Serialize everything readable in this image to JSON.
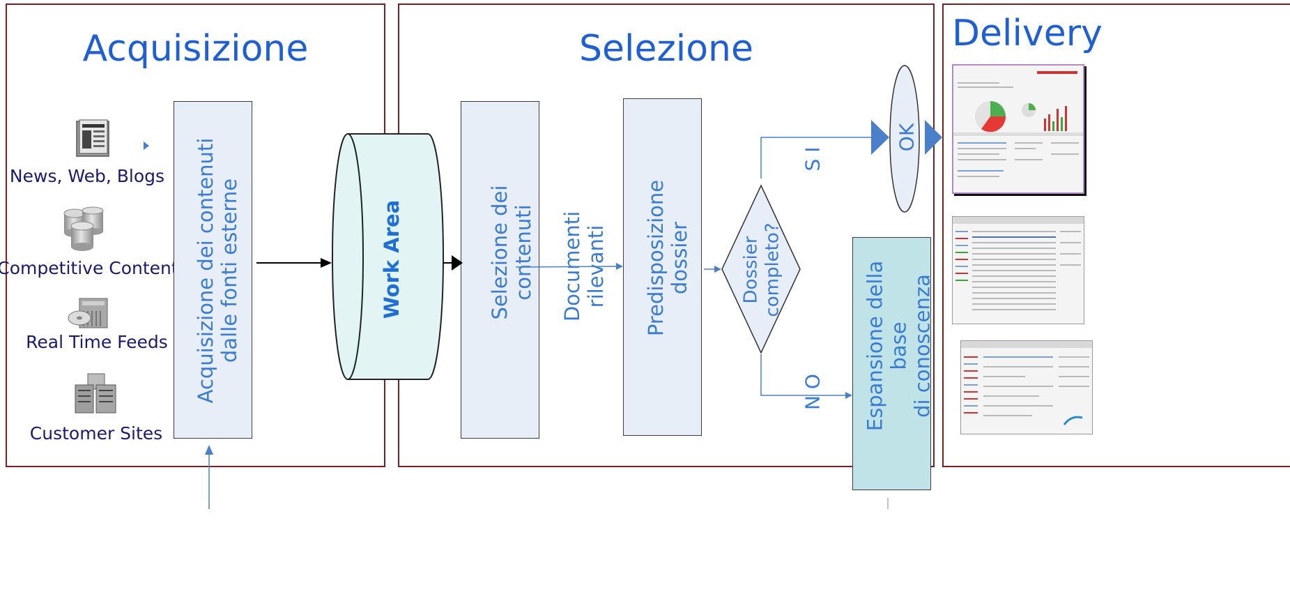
{
  "panels": {
    "acquisizione": {
      "title": "Acquisizione"
    },
    "selezione": {
      "title": "Selezione"
    },
    "delivery": {
      "title": "Delivery"
    }
  },
  "sources": [
    {
      "label": "News, Web, Blogs",
      "icon": "newspaper-icon"
    },
    {
      "label": "Competitive Content",
      "icon": "database-icon"
    },
    {
      "label": "Real Time Feeds",
      "icon": "feed-disk-icon"
    },
    {
      "label": "Customer Sites",
      "icon": "server-rack-icon"
    }
  ],
  "nodes": {
    "acquisizione_box": "Acquisizione dei contenuti\ndalle fonti esterne",
    "work_area": "Work Area",
    "selezione_box": "Selezione dei\ncontenuti",
    "documenti_label": "Documenti\nrilevanti",
    "predisposizione_box": "Predisposizione\ndossier",
    "decision": "Dossier\ncompleto?",
    "ok": "OK",
    "espansione_box": "Espansione della\nbase\ndi conoscenza"
  },
  "branches": {
    "yes": "S I",
    "no": "N O"
  },
  "colors": {
    "panel_border": "#7a1f1f",
    "title_blue": "#1f5fd6",
    "text_blue": "#3a7bd5",
    "source_text": "#1a1a6e",
    "box_fill": "#e8eef8",
    "cylinder_fill": "#e3f4f4",
    "espansione_fill": "#bfe3e6",
    "arrow_blue": "#4a7fc9"
  }
}
